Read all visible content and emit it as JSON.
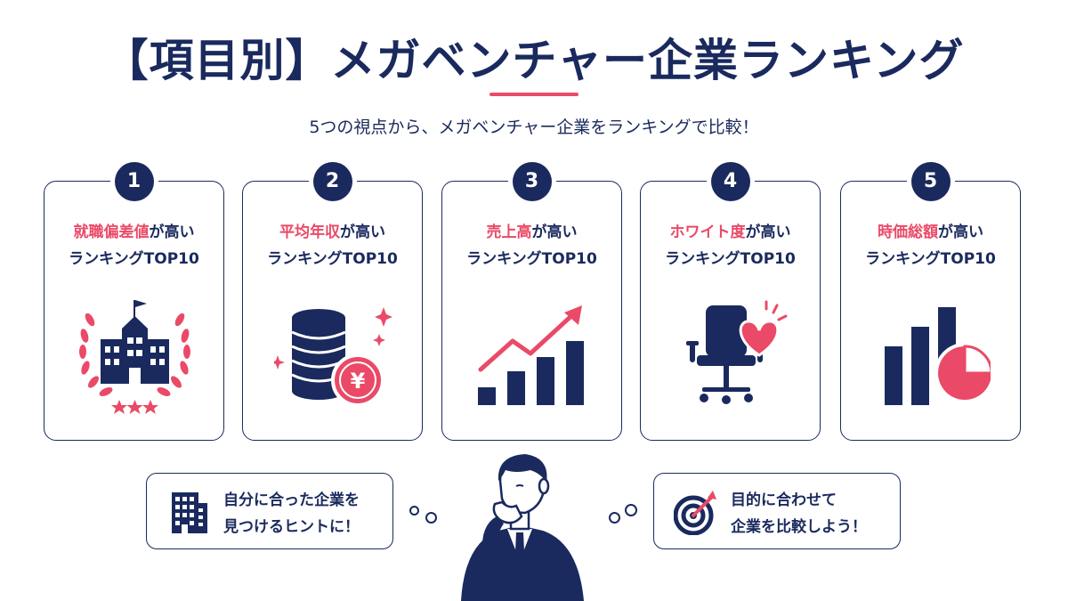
{
  "header": {
    "title": "【項目別】メガベンチャー企業ランキング",
    "subtitle": "5つの視点から、メガベンチャー企業をランキングで比較！"
  },
  "cards": [
    {
      "number": "1",
      "accent": "就職偏差値",
      "suffix": "が高い",
      "line2": "ランキングTOP10",
      "icon": "school-laurel-icon"
    },
    {
      "number": "2",
      "accent": "平均年収",
      "suffix": "が高い",
      "line2": "ランキングTOP10",
      "icon": "coin-stack-yen-icon"
    },
    {
      "number": "3",
      "accent": "売上高",
      "suffix": "が高い",
      "line2": "ランキングTOP10",
      "icon": "growth-bar-chart-icon"
    },
    {
      "number": "4",
      "accent": "ホワイト度",
      "suffix": "が高い",
      "line2": "ランキングTOP10",
      "icon": "office-chair-heart-icon"
    },
    {
      "number": "5",
      "accent": "時価総額",
      "suffix": "が高い",
      "line2": "ランキングTOP10",
      "icon": "bar-pie-chart-icon"
    }
  ],
  "callouts": {
    "left": {
      "line1": "自分に合った企業を",
      "line2": "見つけるヒントに！",
      "icon": "building-icon"
    },
    "right": {
      "line1": "目的に合わせて",
      "line2": "企業を比較しよう！",
      "icon": "target-icon"
    }
  },
  "illustration": {
    "icon": "thinking-businessman-icon"
  },
  "colors": {
    "navy": "#1a2a5e",
    "accent": "#ea4a67"
  }
}
